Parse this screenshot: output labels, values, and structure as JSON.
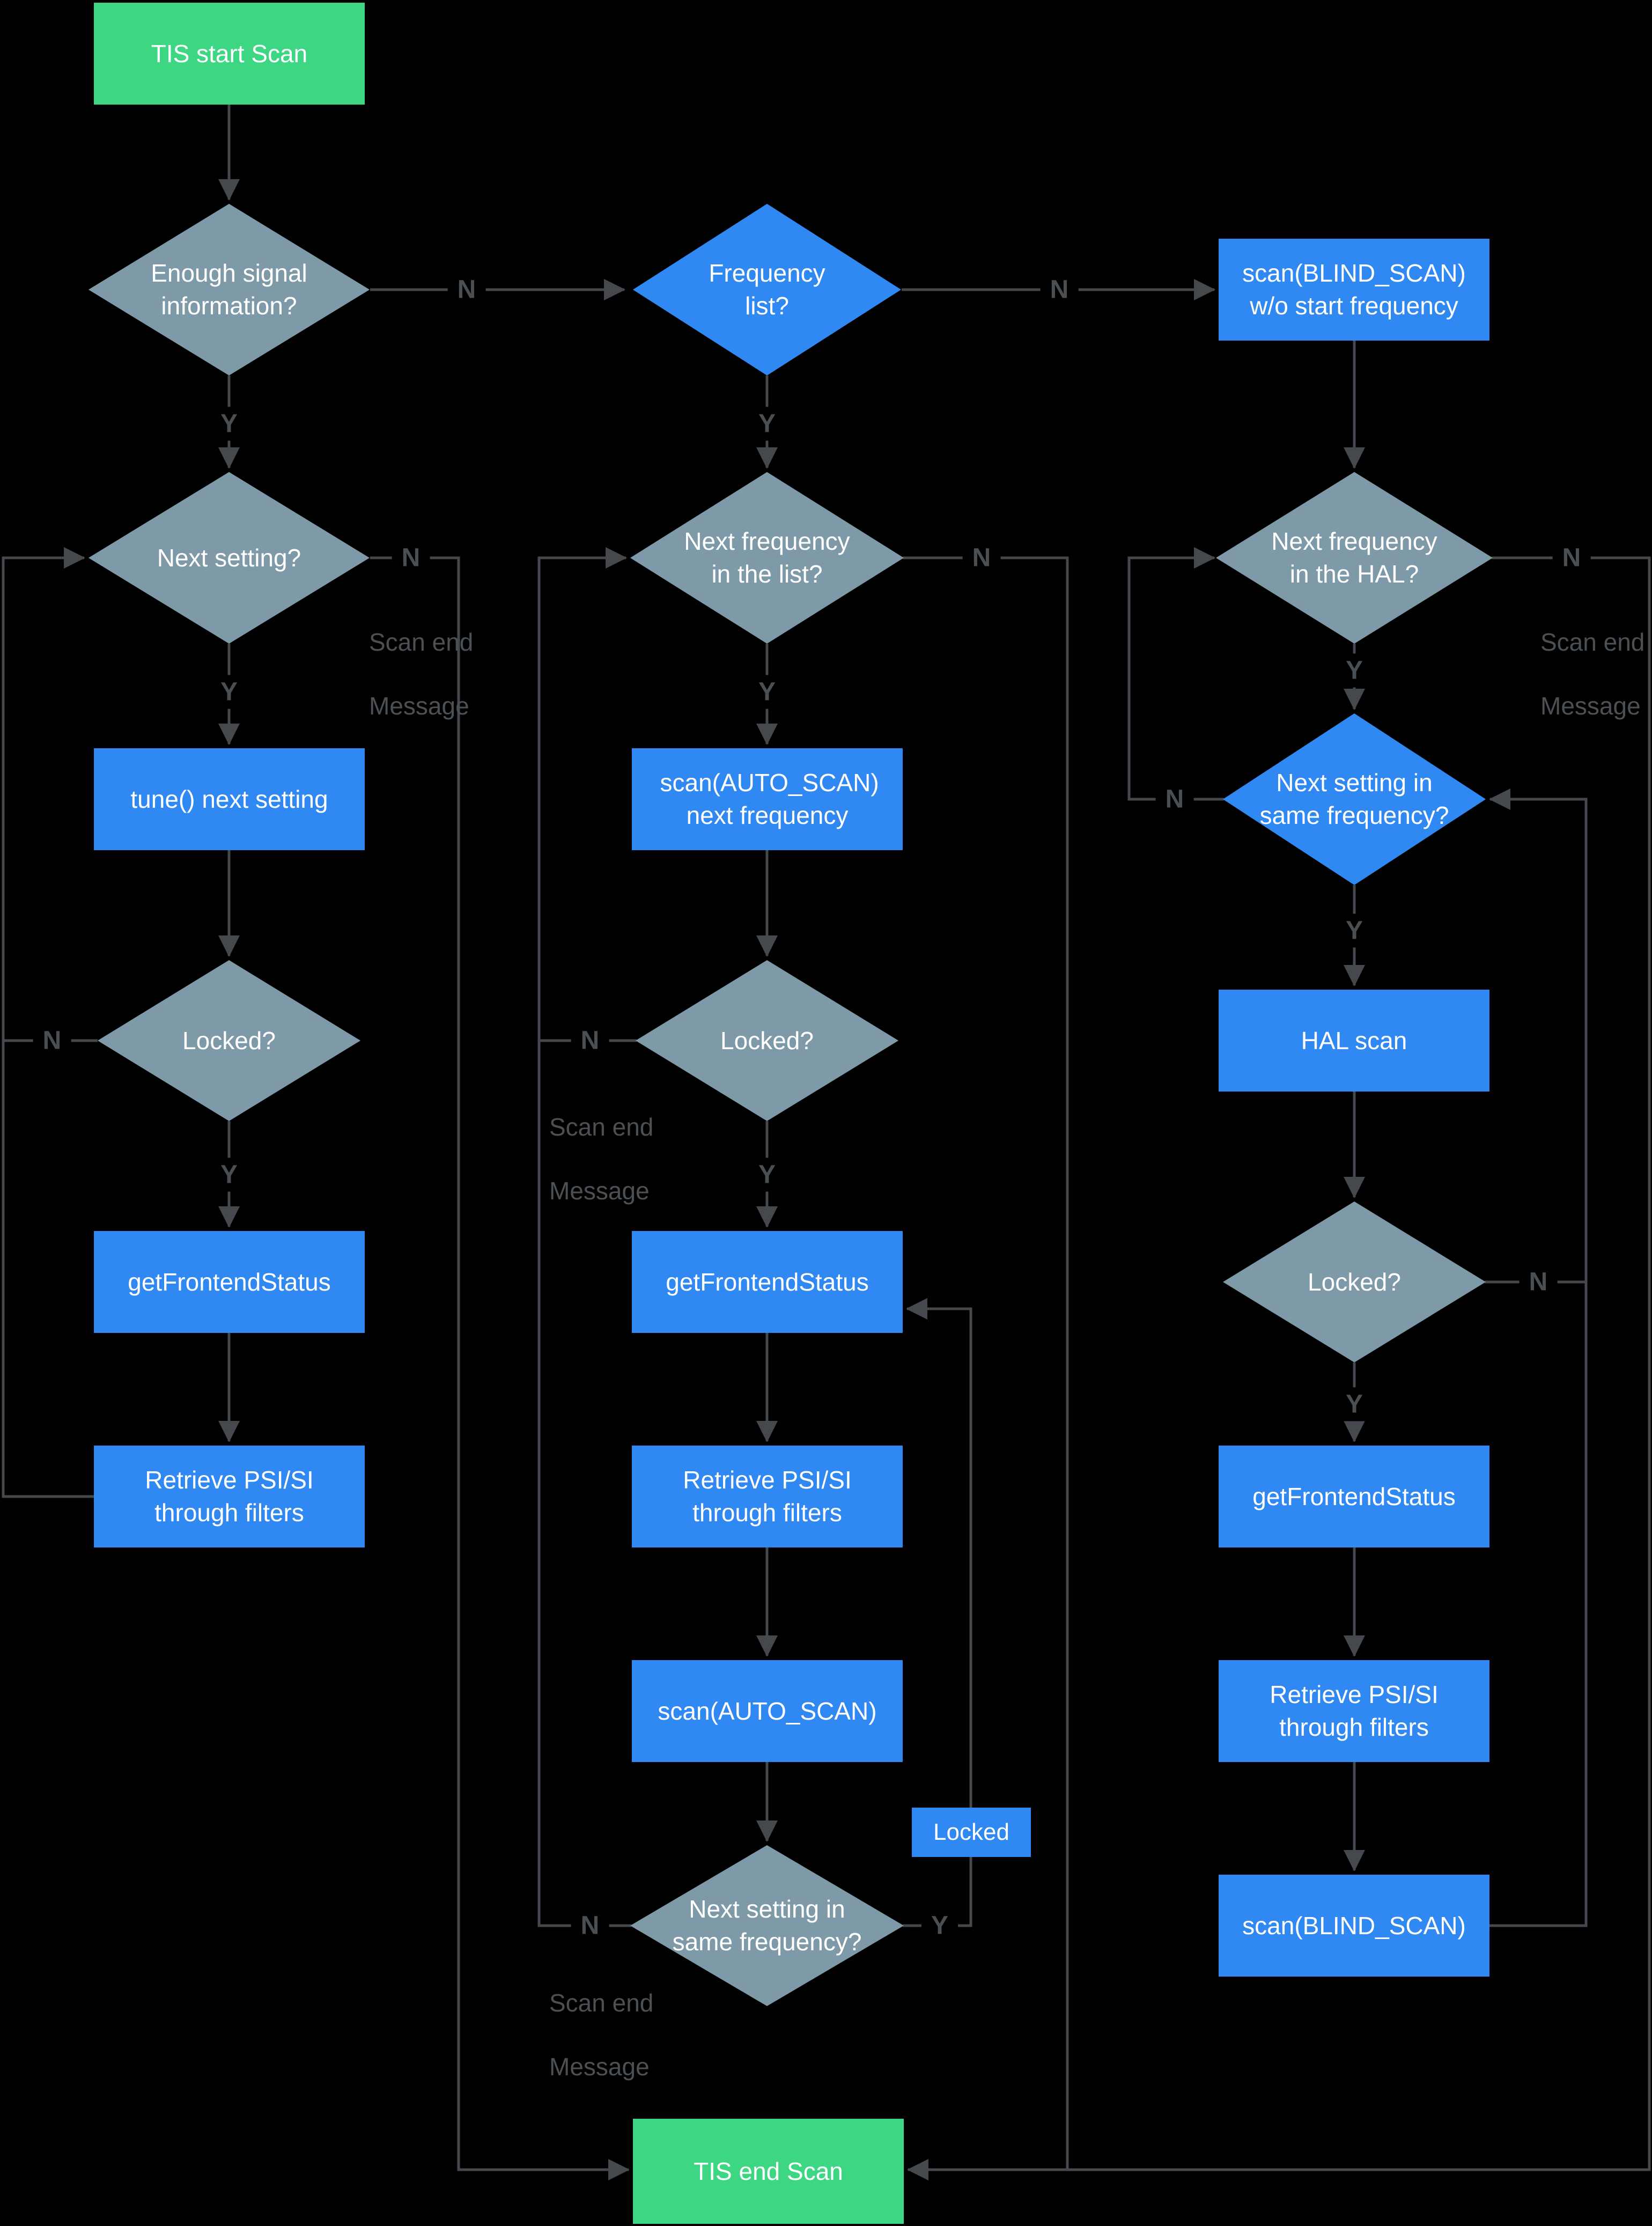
{
  "colors": {
    "background": "#000000",
    "process_blue": "#3089F2",
    "decision_gray": "#7E99A7",
    "terminal_green": "#3DD683",
    "connector_gray": "#45494E",
    "annotation_gray": "#4B5055"
  },
  "labels": {
    "yes": "Y",
    "no": "N",
    "scan_end_line1": "Scan end",
    "scan_end_line2": "Message"
  },
  "nodes": {
    "start": {
      "label": "TIS start Scan"
    },
    "enough_signal": {
      "label": "Enough signal information?"
    },
    "frequency_list": {
      "label": "Frequency list?"
    },
    "scan_blind_wo_freq": {
      "label": "scan(BLIND_SCAN) w/o start frequency"
    },
    "next_setting": {
      "label": "Next setting?"
    },
    "next_freq_list": {
      "label": "Next frequency in the list?"
    },
    "next_freq_hal": {
      "label": "Next frequency in the HAL?"
    },
    "tune_next_setting": {
      "label": "tune() next setting"
    },
    "scan_auto_next_freq": {
      "label": "scan(AUTO_SCAN) next frequency"
    },
    "next_setting_same_freq_hal": {
      "label": "Next setting in same frequency?"
    },
    "locked_left": {
      "label": "Locked?"
    },
    "locked_mid": {
      "label": "Locked?"
    },
    "hal_scan": {
      "label": "HAL scan"
    },
    "get_frontend_status_left": {
      "label": "getFrontendStatus"
    },
    "get_frontend_status_mid": {
      "label": "getFrontendStatus"
    },
    "locked_right": {
      "label": "Locked?"
    },
    "retrieve_psi_left": {
      "label": "Retrieve PSI/SI through filters"
    },
    "retrieve_psi_mid": {
      "label": "Retrieve PSI/SI through filters"
    },
    "get_frontend_status_right": {
      "label": "getFrontendStatus"
    },
    "scan_auto": {
      "label": "scan(AUTO_SCAN)"
    },
    "retrieve_psi_right": {
      "label": "Retrieve PSI/SI through filters"
    },
    "locked_tag": {
      "label": "Locked"
    },
    "next_setting_same_freq_mid": {
      "label": "Next setting in same frequency?"
    },
    "scan_blind": {
      "label": "scan(BLIND_SCAN)"
    },
    "end": {
      "label": "TIS end Scan"
    }
  }
}
